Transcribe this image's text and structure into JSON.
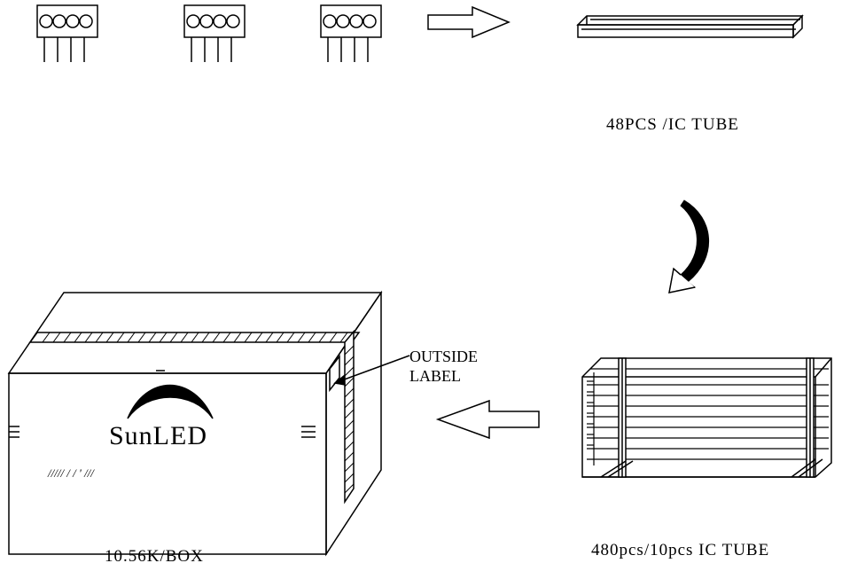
{
  "tube_label": "48PCS /IC TUBE",
  "bundle_label": "480pcs/10pcs IC TUBE",
  "box_label": "10.56K/BOX",
  "outside_label_line1": "OUTSIDE",
  "outside_label_line2": "LABEL",
  "brand": "SunLED",
  "box_marks": "///// / / ' ///"
}
